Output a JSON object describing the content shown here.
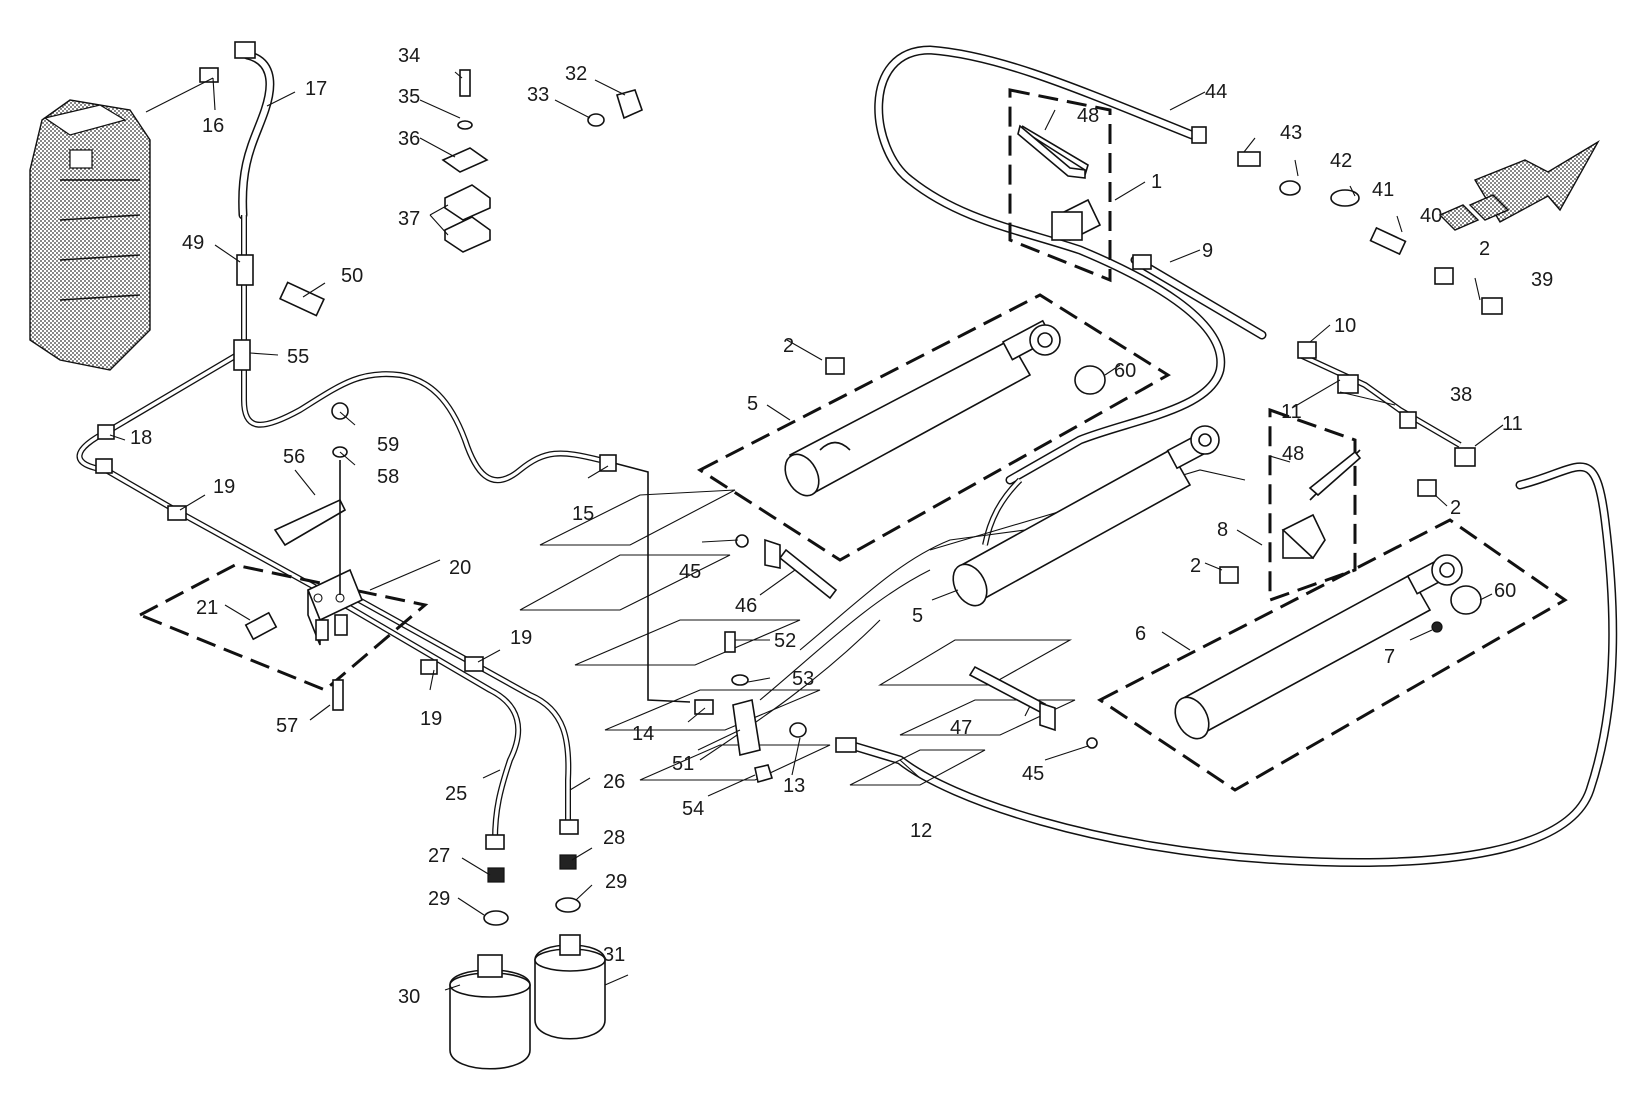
{
  "diagram": {
    "callouts": [
      {
        "id": "c1",
        "text": "1"
      },
      {
        "id": "c2a",
        "text": "2"
      },
      {
        "id": "c2b",
        "text": "2"
      },
      {
        "id": "c2c",
        "text": "2"
      },
      {
        "id": "c2d",
        "text": "2"
      },
      {
        "id": "c5a",
        "text": "5"
      },
      {
        "id": "c5b",
        "text": "5"
      },
      {
        "id": "c6",
        "text": "6"
      },
      {
        "id": "c7",
        "text": "7"
      },
      {
        "id": "c8",
        "text": "8"
      },
      {
        "id": "c9",
        "text": "9"
      },
      {
        "id": "c10",
        "text": "10"
      },
      {
        "id": "c11a",
        "text": "11"
      },
      {
        "id": "c11b",
        "text": "11"
      },
      {
        "id": "c12",
        "text": "12"
      },
      {
        "id": "c13",
        "text": "13"
      },
      {
        "id": "c14",
        "text": "14"
      },
      {
        "id": "c15",
        "text": "15"
      },
      {
        "id": "c16",
        "text": "16"
      },
      {
        "id": "c17",
        "text": "17"
      },
      {
        "id": "c18",
        "text": "18"
      },
      {
        "id": "c19a",
        "text": "19"
      },
      {
        "id": "c19b",
        "text": "19"
      },
      {
        "id": "c19c",
        "text": "19"
      },
      {
        "id": "c20",
        "text": "20"
      },
      {
        "id": "c21",
        "text": "21"
      },
      {
        "id": "c25",
        "text": "25"
      },
      {
        "id": "c26",
        "text": "26"
      },
      {
        "id": "c27",
        "text": "27"
      },
      {
        "id": "c28",
        "text": "28"
      },
      {
        "id": "c29a",
        "text": "29"
      },
      {
        "id": "c29b",
        "text": "29"
      },
      {
        "id": "c30",
        "text": "30"
      },
      {
        "id": "c31",
        "text": "31"
      },
      {
        "id": "c32",
        "text": "32"
      },
      {
        "id": "c33",
        "text": "33"
      },
      {
        "id": "c34",
        "text": "34"
      },
      {
        "id": "c35",
        "text": "35"
      },
      {
        "id": "c36",
        "text": "36"
      },
      {
        "id": "c37",
        "text": "37"
      },
      {
        "id": "c38",
        "text": "38"
      },
      {
        "id": "c39",
        "text": "39"
      },
      {
        "id": "c40",
        "text": "40"
      },
      {
        "id": "c41",
        "text": "41"
      },
      {
        "id": "c42",
        "text": "42"
      },
      {
        "id": "c43",
        "text": "43"
      },
      {
        "id": "c44",
        "text": "44"
      },
      {
        "id": "c45a",
        "text": "45"
      },
      {
        "id": "c45b",
        "text": "45"
      },
      {
        "id": "c46",
        "text": "46"
      },
      {
        "id": "c47",
        "text": "47"
      },
      {
        "id": "c48a",
        "text": "48"
      },
      {
        "id": "c48b",
        "text": "48"
      },
      {
        "id": "c49",
        "text": "49"
      },
      {
        "id": "c50",
        "text": "50"
      },
      {
        "id": "c51",
        "text": "51"
      },
      {
        "id": "c52",
        "text": "52"
      },
      {
        "id": "c53",
        "text": "53"
      },
      {
        "id": "c54",
        "text": "54"
      },
      {
        "id": "c55",
        "text": "55"
      },
      {
        "id": "c56",
        "text": "56"
      },
      {
        "id": "c57",
        "text": "57"
      },
      {
        "id": "c58",
        "text": "58"
      },
      {
        "id": "c59",
        "text": "59"
      },
      {
        "id": "c60a",
        "text": "60"
      },
      {
        "id": "c60b",
        "text": "60"
      }
    ],
    "icons": [
      "direction-arrow-icon"
    ]
  }
}
